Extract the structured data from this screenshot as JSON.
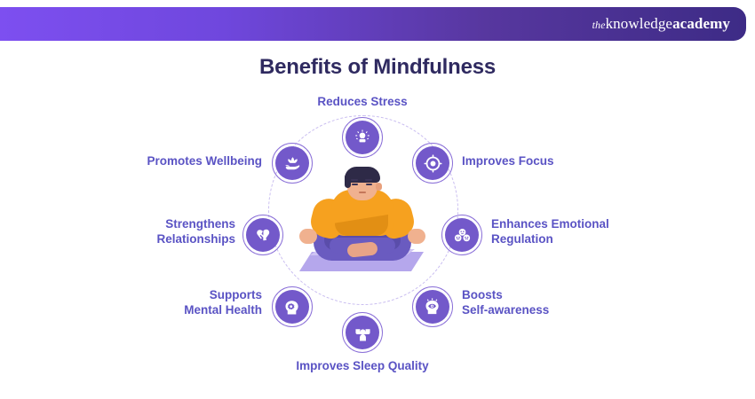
{
  "header": {
    "logo_the": "the",
    "logo_knowledge": "knowledge",
    "logo_academy": "academy",
    "gradient_from": "#7d4ff0",
    "gradient_to": "#3d2b86"
  },
  "title": "Benefits of Mindfulness",
  "theme": {
    "title_color": "#2f2a60",
    "label_color": "#5a53c4",
    "icon_fill": "#7359ca",
    "icon_ring": "#8a6fd8",
    "dashed_ring": "#c9bdf0",
    "shirt_color": "#f6a11f",
    "pants_color": "#6a5bc0",
    "mat_color": "#b5a7ec"
  },
  "center": {
    "illustration": "person-meditating-lotus-pose",
    "mat": "yoga-mat"
  },
  "benefits": [
    {
      "id": "reduces-stress",
      "label": "Reduces Stress",
      "icon": "stress-head-icon",
      "position": "top"
    },
    {
      "id": "improves-focus",
      "label": "Improves Focus",
      "icon": "target-focus-icon",
      "position": "upper-right"
    },
    {
      "id": "emotional-regulation",
      "label": "Enhances Emotional\nRegulation",
      "icon": "emotion-faces-icon",
      "position": "right"
    },
    {
      "id": "self-awareness",
      "label": "Boosts\nSelf-awareness",
      "icon": "head-eye-awareness-icon",
      "position": "lower-right"
    },
    {
      "id": "sleep-quality",
      "label": "Improves Sleep Quality",
      "icon": "sleeping-person-icon",
      "position": "bottom"
    },
    {
      "id": "mental-health",
      "label": "Supports\nMental Health",
      "icon": "head-gear-icon",
      "position": "lower-left"
    },
    {
      "id": "relationships",
      "label": "Strengthens\nRelationships",
      "icon": "handshake-icon",
      "position": "left"
    },
    {
      "id": "wellbeing",
      "label": "Promotes Wellbeing",
      "icon": "lotus-in-hand-icon",
      "position": "upper-left"
    }
  ]
}
